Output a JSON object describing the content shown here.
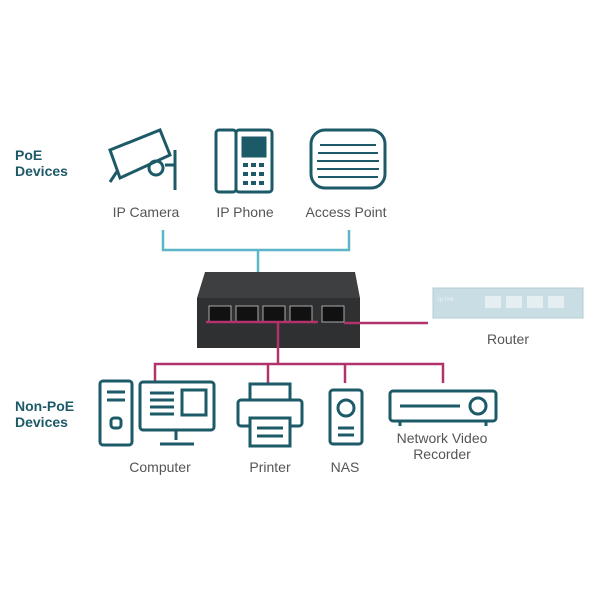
{
  "groups": {
    "poe": [
      "PoE",
      "Devices"
    ],
    "non_poe": [
      "Non-PoE",
      "Devices"
    ]
  },
  "poe_devices": [
    "IP Camera",
    "IP Phone",
    "Access Point"
  ],
  "non_poe_devices": [
    "Computer",
    "Printer",
    "NAS"
  ],
  "nvr": [
    "Network Video",
    "Recorder"
  ],
  "router": {
    "label": "Router",
    "brand": "tp-link"
  },
  "colors": {
    "poe_line": "#5ab6c8",
    "non_poe_line": "#b2336c",
    "heading": "#1d5a68"
  }
}
